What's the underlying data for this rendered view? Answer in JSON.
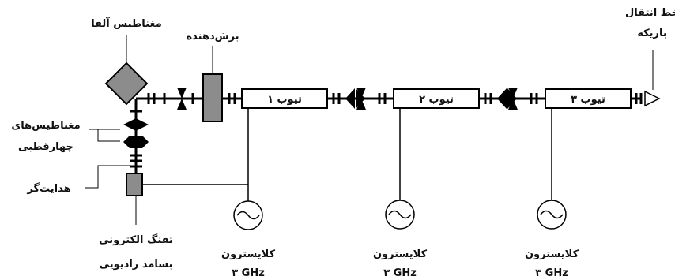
{
  "labels": {
    "alpha_magnet": "مغناطیس آلفا",
    "chopper": "برش‌دهنده",
    "quad_line1": "مغناطیس‌های",
    "quad_line2": "چهارقطبی",
    "steerer": "هدایت‌گر",
    "gun_line1": "تفنگ الکترونی",
    "gun_line2": "بسامد رادیویی",
    "beamline_line1": "خط انتقال",
    "beamline_line2": "باریکه"
  },
  "tubes": [
    {
      "label": "تیوب ۱"
    },
    {
      "label": "تیوب ۲"
    },
    {
      "label": "تیوب ۳"
    }
  ],
  "klystrons": [
    {
      "label": "کلایسترون",
      "freq": "۳ GHz"
    },
    {
      "label": "کلایسترون",
      "freq": "۳ GHz"
    },
    {
      "label": "کلایسترون",
      "freq": "۳ GHz"
    }
  ],
  "colors": {
    "component_fill": "#8c8c8c",
    "line": "#000000",
    "background": "#ffffff"
  }
}
